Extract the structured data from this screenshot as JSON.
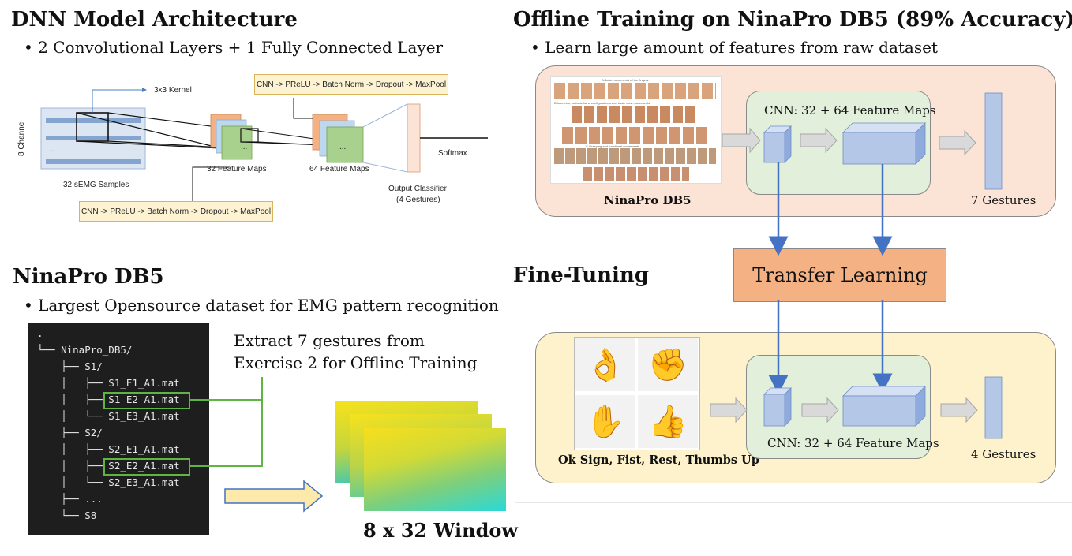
{
  "dnn": {
    "title": "DNN Model Architecture",
    "bullet": "• 2 Convolutional Layers + 1 Fully Connected Layer",
    "kernel_label": "3x3 Kernel",
    "channel_label": "8 Channel",
    "dots": "...",
    "samples_label": "32 sEMG Samples",
    "top_box": "CNN -> PReLU -> Batch Norm -> Dropout -> MaxPool",
    "bottom_box": "CNN -> PReLU -> Batch Norm -> Dropout -> MaxPool",
    "fm32_label": "32 Feature Maps",
    "fm64_label": "64 Feature Maps",
    "softmax_label": "Softmax",
    "output_label_1": "Output Classifier",
    "output_label_2": "(4 Gestures)"
  },
  "ninapro": {
    "title": "NinaPro DB5",
    "bullet": "• Largest Opensource dataset for EMG pattern recognition",
    "tree": [
      ".",
      "└── NinaPro_DB5/",
      "    ├── S1/",
      "    │   ├── S1_E1_A1.mat",
      "    │   ├── S1_E2_A1.mat",
      "    │   └── S1_E3_A1.mat",
      "    ├── S2/",
      "    │   ├── S2_E1_A1.mat",
      "    │   ├── S2_E2_A1.mat",
      "    │   └── S2_E3_A1.mat",
      "    ├── ...",
      "    └── S8"
    ],
    "extract_line1": "Extract 7 gestures from",
    "extract_line2": "Exercise 2 for Offline Training",
    "window_label": "8 x 32 Window"
  },
  "offline": {
    "title": "Offline Training on NinaPro DB5 (89% Accuracy)",
    "bullet": "• Learn large amount of features from raw dataset",
    "dataset_label": "NinaPro DB5",
    "cnn_label": "CNN: 32 + 64 Feature Maps",
    "gestures_label": "7 Gestures",
    "sheet_row_a": "A  Basic movements of the fingers",
    "sheet_row_b": "B  Isometric, isotonic hand configurations and basic wrist movements",
    "sheet_row_c": "C  Grasping and functional movements"
  },
  "transfer": {
    "label": "Transfer Learning"
  },
  "finetune": {
    "title": "Fine-Tuning",
    "gestures_caption": "Ok Sign, Fist, Rest, Thumbs Up",
    "cnn_label": "CNN: 32 + 64 Feature Maps",
    "gestures_label": "4 Gestures",
    "gesture_icons": [
      "👌",
      "✊",
      "✋",
      "👍"
    ]
  },
  "colors": {
    "offline_bg": "#fbe3d6",
    "finetune_bg": "#fdf2cc",
    "cnn_bg": "#e2efda",
    "transfer_bg": "#f4b183",
    "cube_front": "#b4c7e7",
    "arrow_blue": "#4472c4",
    "terminal_bg": "#1e1e1e",
    "highlight": "#5fb442"
  }
}
